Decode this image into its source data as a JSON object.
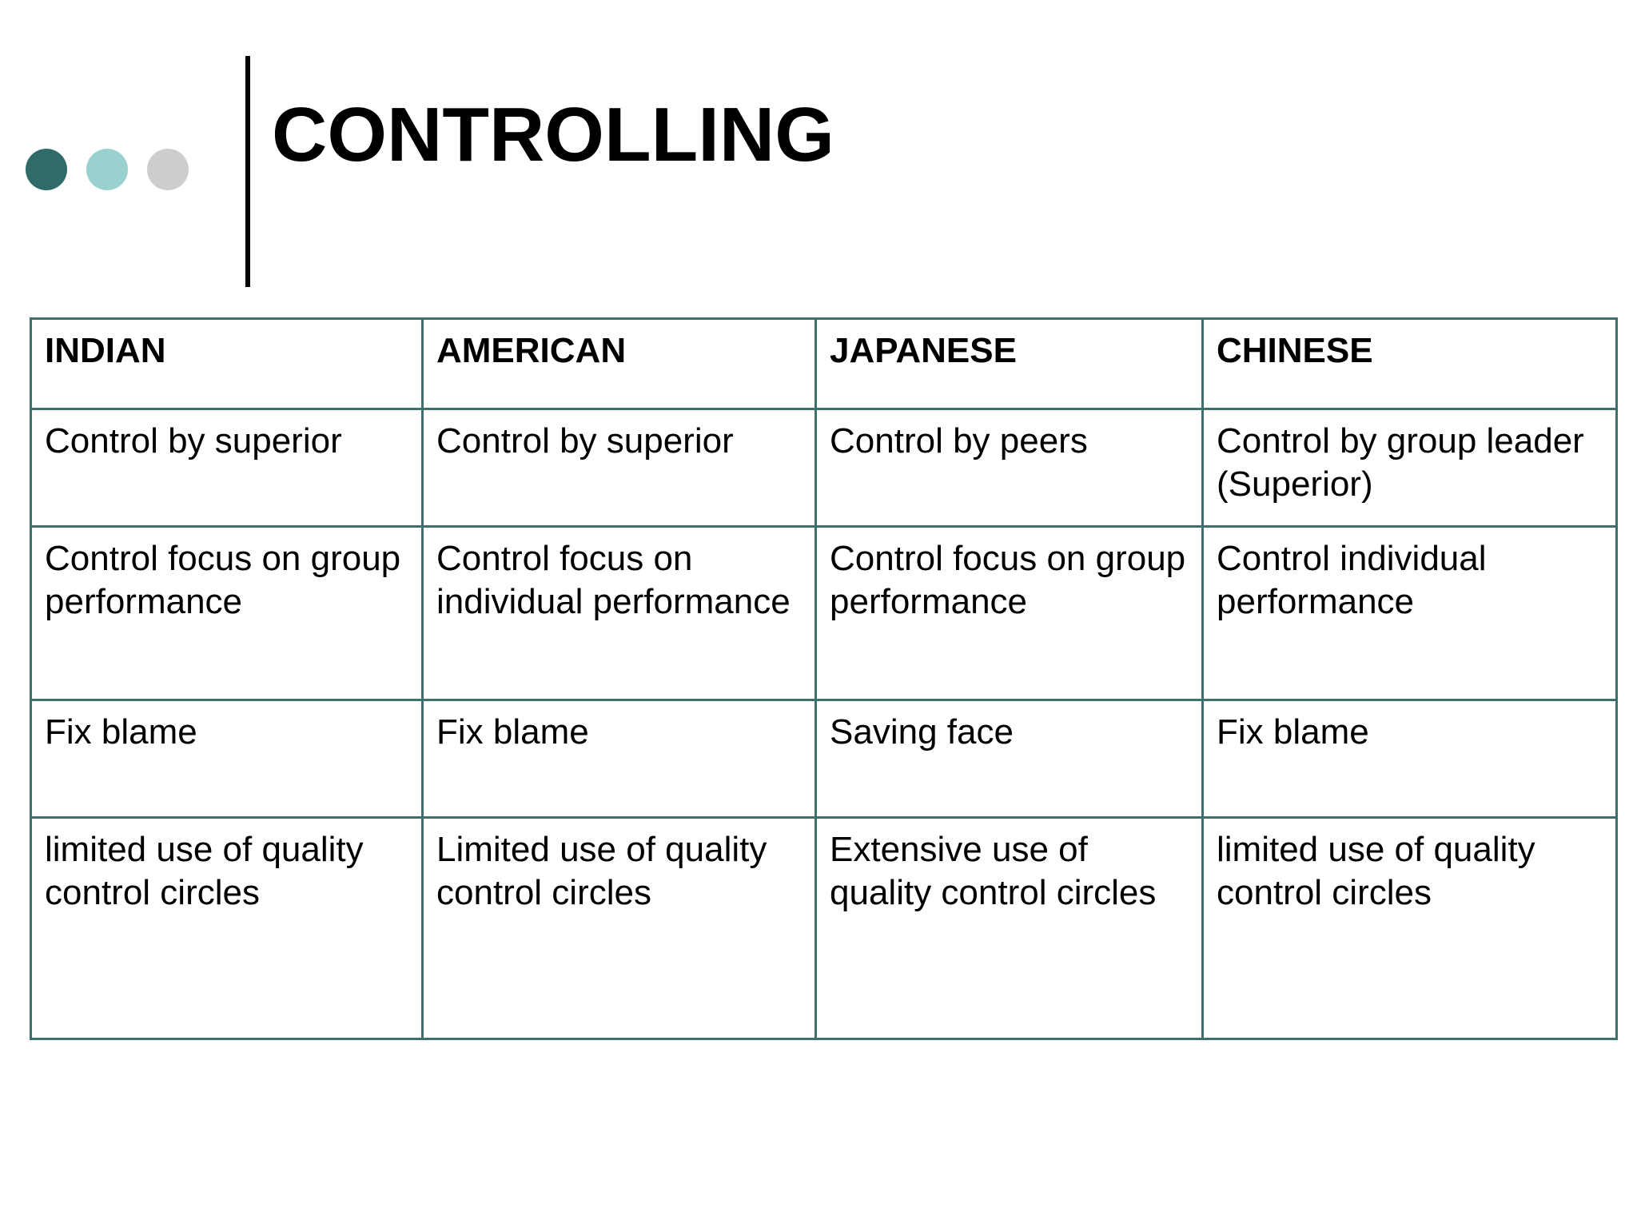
{
  "slide": {
    "title": "CONTROLLING",
    "background_color": "#ffffff",
    "accent_bar_color": "#000000",
    "table_border_color": "#3f6f6d",
    "decor_dots": [
      {
        "name": "dot-dark-teal",
        "color": "#2f6b68"
      },
      {
        "name": "dot-light-teal",
        "color": "#9ad1ce"
      },
      {
        "name": "dot-gray",
        "color": "#cdcdcd"
      }
    ]
  },
  "table": {
    "headers": [
      "INDIAN",
      "AMERICAN",
      "JAPANESE",
      "CHINESE"
    ],
    "rows": [
      [
        "Control by superior",
        "Control by superior",
        "Control by peers",
        "Control by group leader (Superior)"
      ],
      [
        "Control focus on group performance",
        "Control focus on individual performance",
        "Control focus on group performance",
        "Control individual performance"
      ],
      [
        "Fix blame",
        "Fix blame",
        "Saving face",
        "Fix blame"
      ],
      [
        "limited use of quality control circles",
        "Limited use of quality control circles",
        "Extensive use of quality control circles",
        "limited use of quality control circles"
      ]
    ]
  }
}
